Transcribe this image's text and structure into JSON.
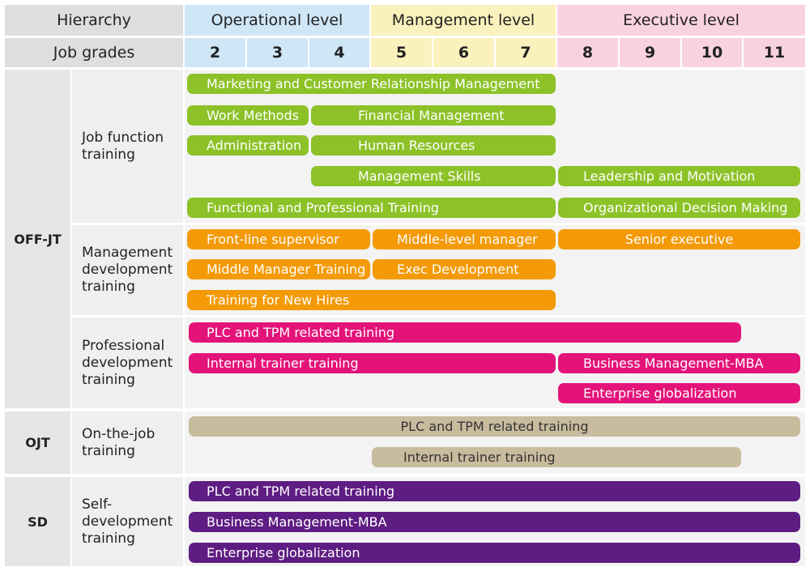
{
  "header": {
    "hierarchy_label": "Hierarchy",
    "job_grades_label": "Job grades",
    "levels": [
      {
        "label": "Operational level",
        "color": "#cfe6f7"
      },
      {
        "label": "Management level",
        "color": "#fbf1bd"
      },
      {
        "label": "Executive level",
        "color": "#f9d2e1"
      }
    ],
    "grades": [
      "2",
      "3",
      "4",
      "5",
      "6",
      "7",
      "8",
      "9",
      "10",
      "11"
    ]
  },
  "colors": {
    "green": "#8cc228",
    "orange": "#f39a06",
    "magenta": "#e3137a",
    "tan": "#c9bb9e",
    "purple": "#5e1d82"
  },
  "categories": [
    {
      "label": "OFF-JT"
    },
    {
      "label": "OJT"
    },
    {
      "label": "SD"
    }
  ],
  "subcategories": [
    {
      "label": "Job function\ntraining"
    },
    {
      "label": "Management\ndevelopment\ntraining"
    },
    {
      "label": "Professional\ndevelopment\ntraining"
    },
    {
      "label": "On-the-job\ntraining"
    },
    {
      "label": "Self-\ndevelopment\ntraining"
    }
  ],
  "bars": [
    {
      "label": "Marketing and Customer Relationship Management",
      "color": "green"
    },
    {
      "label": "Work Methods",
      "color": "green"
    },
    {
      "label": "Financial Management",
      "color": "green"
    },
    {
      "label": "Administration",
      "color": "green"
    },
    {
      "label": "Human Resources",
      "color": "green"
    },
    {
      "label": "Management Skills",
      "color": "green"
    },
    {
      "label": "Leadership and Motivation",
      "color": "green"
    },
    {
      "label": "Functional and Professional Training",
      "color": "green"
    },
    {
      "label": "Organizational Decision Making",
      "color": "green"
    },
    {
      "label": "Front-line supervisor",
      "color": "orange"
    },
    {
      "label": "Middle-level manager",
      "color": "orange"
    },
    {
      "label": "Senior executive",
      "color": "orange"
    },
    {
      "label": "Middle Manager Training",
      "color": "orange"
    },
    {
      "label": "Exec Development",
      "color": "orange"
    },
    {
      "label": "Training for New Hires",
      "color": "orange"
    },
    {
      "label": "PLC and TPM related training",
      "color": "magenta"
    },
    {
      "label": "Internal trainer training",
      "color": "magenta"
    },
    {
      "label": "Business Management-MBA",
      "color": "magenta"
    },
    {
      "label": "Enterprise globalization",
      "color": "magenta"
    },
    {
      "label": "PLC and TPM related training",
      "color": "tan"
    },
    {
      "label": "Internal trainer training",
      "color": "tan"
    },
    {
      "label": "PLC and TPM related training",
      "color": "purple"
    },
    {
      "label": "Business Management-MBA",
      "color": "purple"
    },
    {
      "label": "Enterprise globalization",
      "color": "purple"
    }
  ]
}
